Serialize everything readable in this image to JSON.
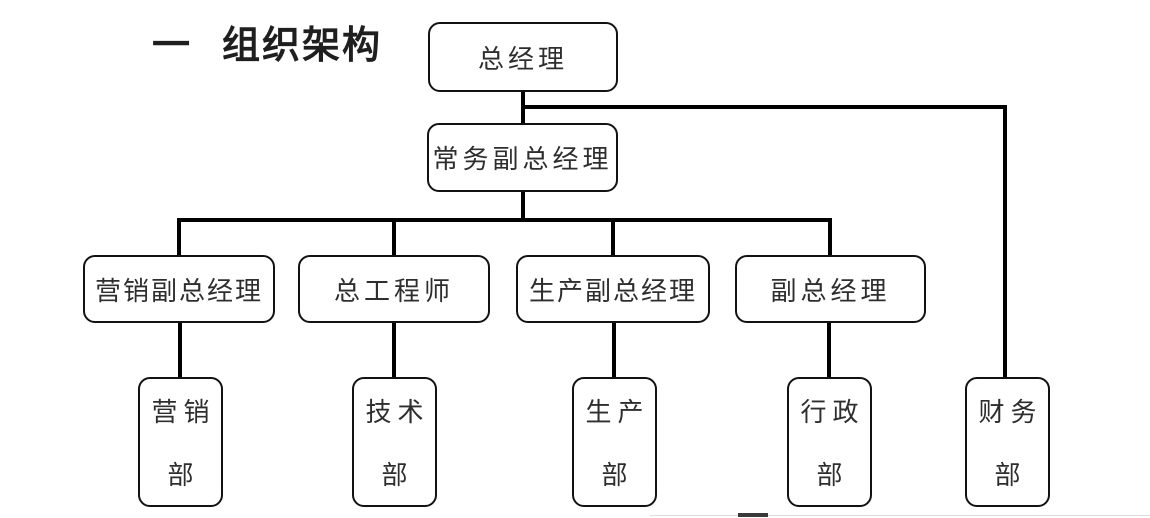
{
  "title": {
    "number": "一",
    "text": "组织架构"
  },
  "colors": {
    "line": "#000000",
    "box_border": "#121212",
    "text": "#2e2e2e",
    "background": "#ffffff"
  },
  "org": {
    "gm": {
      "label": "总经理"
    },
    "dgm": {
      "label": "常务副总经理"
    },
    "mkt_vgm": {
      "label": "营销副总经理"
    },
    "chief_eng": {
      "label": "总工程师"
    },
    "prod_vgm": {
      "label": "生产副总经理"
    },
    "vgm": {
      "label": "副总经理"
    },
    "mkt_dept": {
      "line1": "营销",
      "line2": "部"
    },
    "tech_dept": {
      "line1": "技术",
      "line2": "部"
    },
    "prod_dept": {
      "line1": "生产",
      "line2": "部"
    },
    "admin_dept": {
      "line1": "行政",
      "line2": "部"
    },
    "fin_dept": {
      "line1": "财务",
      "line2": "部"
    }
  },
  "hierarchy": {
    "总经理": [
      "常务副总经理",
      "财务部"
    ],
    "常务副总经理": [
      "营销副总经理",
      "总工程师",
      "生产副总经理",
      "副总经理"
    ],
    "营销副总经理": [
      "营销部"
    ],
    "总工程师": [
      "技术部"
    ],
    "生产副总经理": [
      "生产部"
    ],
    "副总经理": [
      "行政部"
    ]
  }
}
